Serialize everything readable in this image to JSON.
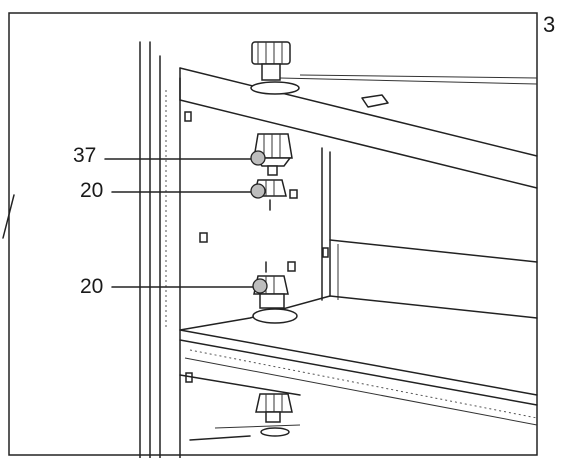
{
  "step_number": "3",
  "callouts": [
    {
      "label": "37"
    },
    {
      "label": "20"
    },
    {
      "label": "20"
    }
  ]
}
